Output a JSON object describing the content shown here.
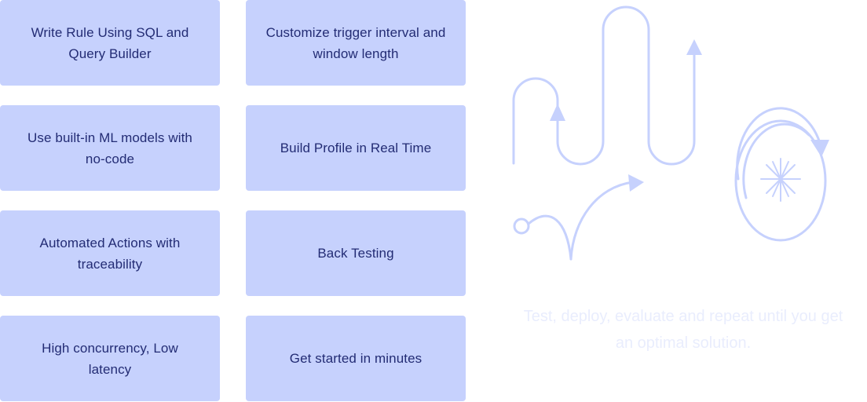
{
  "features": [
    {
      "label": "Write Rule Using SQL and Query Builder"
    },
    {
      "label": "Customize trigger interval and window length"
    },
    {
      "label": "Use built-in ML models with no-code"
    },
    {
      "label": "Build Profile in Real Time"
    },
    {
      "label": "Automated Actions with traceability"
    },
    {
      "label": "Back Testing"
    },
    {
      "label": "High concurrency, Low latency"
    },
    {
      "label": "Get started in minutes"
    }
  ],
  "tagline": "Test, deploy, evaluate and repeat until you get an optimal solution.",
  "colors": {
    "card_bg": "#c6d1fd",
    "card_text": "#232c74",
    "illustration_stroke": "#c6d1fd",
    "tagline": "#e9edfd"
  },
  "icons": [
    "winding-arrow-path-icon",
    "curved-arrow-icon",
    "refresh-cycle-icon",
    "sparkle-icon"
  ]
}
